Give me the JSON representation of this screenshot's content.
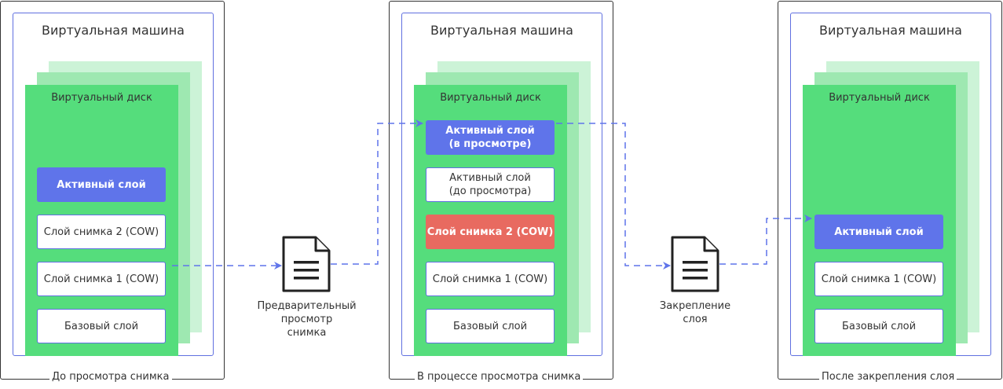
{
  "panels": [
    {
      "vm_title": "Виртуальная машина",
      "disk_title": "Виртуальный диск",
      "caption": "До просмотра снимка",
      "layers": [
        {
          "label": "Активный слой",
          "style": "blue"
        },
        {
          "label": "Слой снимка 2 (COW)",
          "style": "white"
        },
        {
          "label": "Слой снимка 1 (COW)",
          "style": "white"
        },
        {
          "label": "Базовый слой",
          "style": "white"
        }
      ]
    },
    {
      "vm_title": "Виртуальная машина",
      "disk_title": "Виртуальный диск",
      "caption": "В процессе просмотра снимка",
      "layers": [
        {
          "label": "Активный слой\n(в просмотре)",
          "style": "blue"
        },
        {
          "label": "Активный слой\n(до просмотра)",
          "style": "white"
        },
        {
          "label": "Слой снимка 2 (COW)",
          "style": "red"
        },
        {
          "label": "Слой снимка 1 (COW)",
          "style": "white"
        },
        {
          "label": "Базовый слой",
          "style": "white"
        }
      ]
    },
    {
      "vm_title": "Виртуальная машина",
      "disk_title": "Виртуальный диск",
      "caption": "После закрепления слоя",
      "layers": [
        {
          "label": "Активный слой",
          "style": "blue"
        },
        {
          "label": "Слой снимка 1 (COW)",
          "style": "white"
        },
        {
          "label": "Базовый слой",
          "style": "white"
        }
      ]
    }
  ],
  "actions": [
    {
      "label": "Предварительный\nпросмотр\nснимка",
      "icon": "document-icon"
    },
    {
      "label": "Закрепление\nслоя",
      "icon": "document-icon"
    }
  ],
  "colors": {
    "border": "#333333",
    "vm_border": "#6070e0",
    "disk": "#55dd7c",
    "disk_shadow_1": "#9ee8b1",
    "disk_shadow_2": "#ccf3d7",
    "active_layer": "#5f74ea",
    "highlight_layer": "#e86a60",
    "arrow": "#5f74ea"
  }
}
